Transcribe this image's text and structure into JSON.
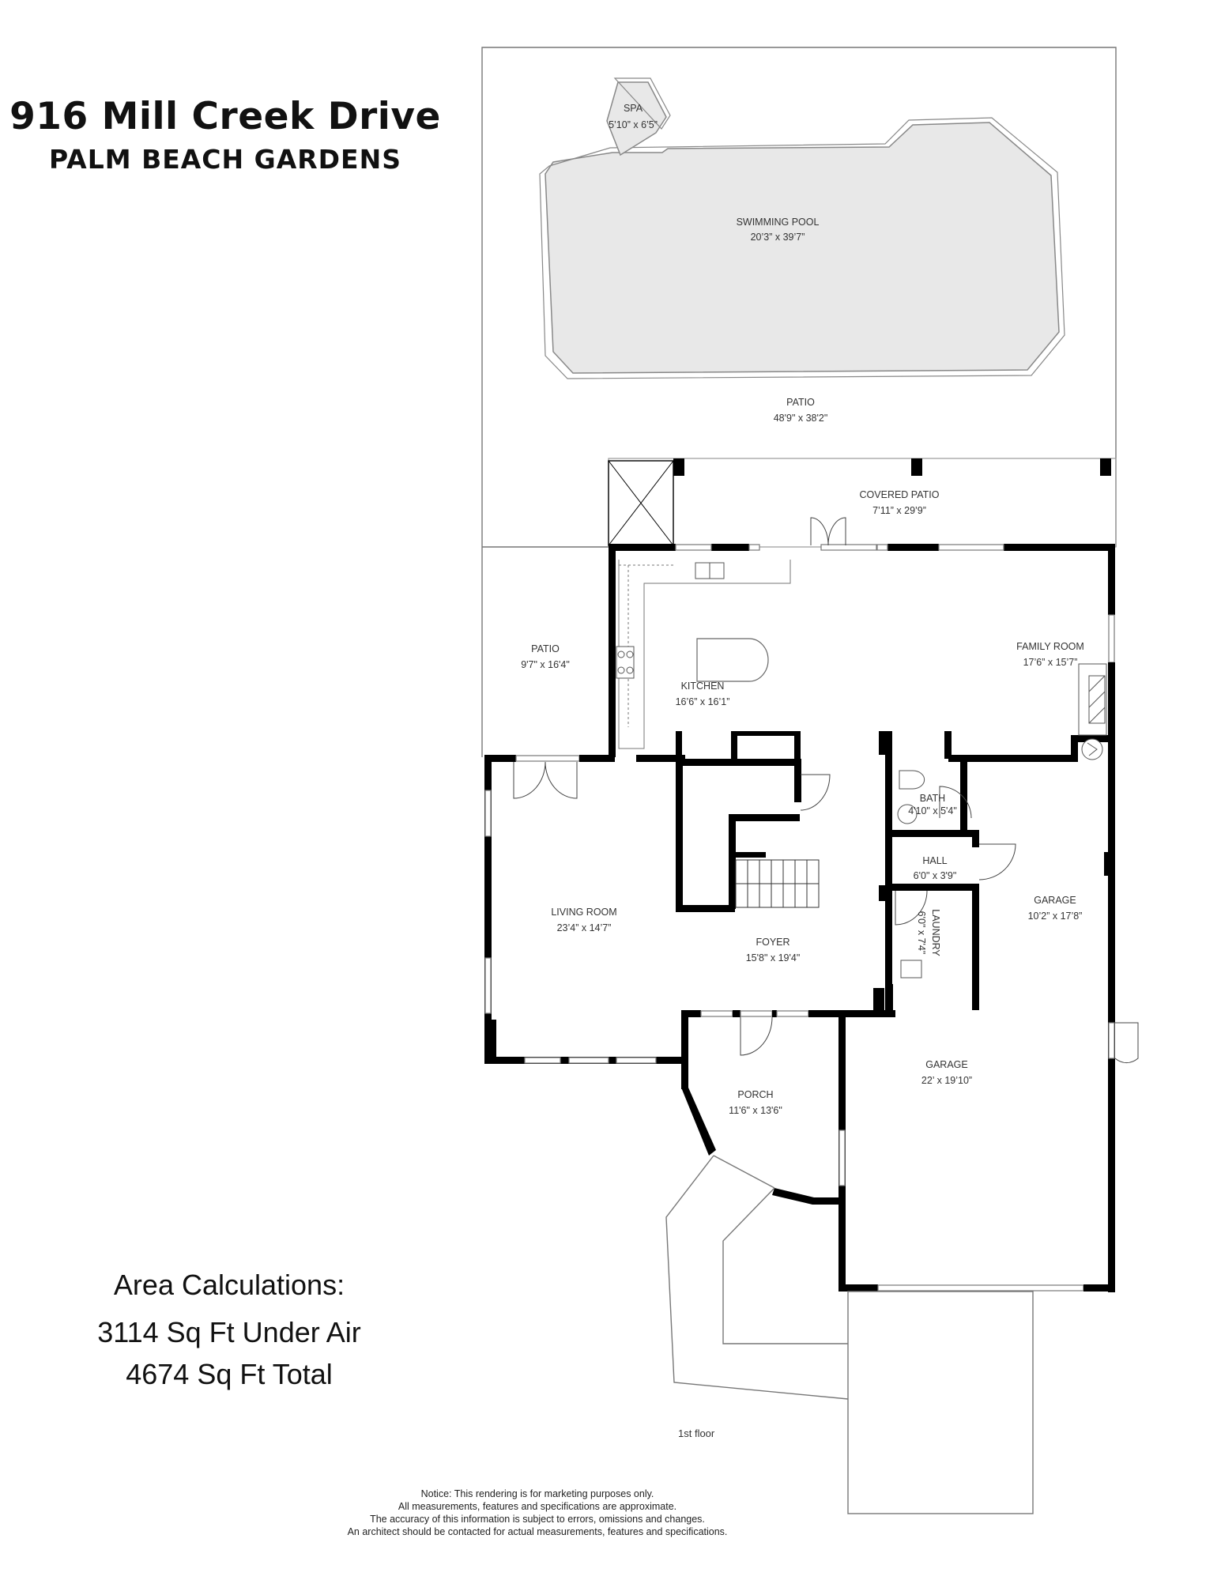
{
  "header": {
    "address": "916 Mill Creek Drive",
    "city": "PALM BEACH GARDENS"
  },
  "area_calculations": {
    "heading": "Area Calculations:",
    "under_air": "3114 Sq Ft Under Air",
    "total": "4674 Sq Ft Total"
  },
  "floor_label": "1st floor",
  "rooms": {
    "spa": {
      "name": "SPA",
      "dims": "5’10” x 6’5”"
    },
    "pool": {
      "name": "SWIMMING POOL",
      "dims": "20’3” x 39’7”"
    },
    "patio_main": {
      "name": "PATIO",
      "dims": "48'9\" x 38'2\""
    },
    "covered_patio": {
      "name": "COVERED PATIO",
      "dims": "7’11” x 29’9”"
    },
    "patio_side": {
      "name": "PATIO",
      "dims": "9'7\" x 16'4\""
    },
    "kitchen": {
      "name": "KITCHEN",
      "dims": "16’6” x 16’1”"
    },
    "family_room": {
      "name": "FAMILY ROOM",
      "dims": "17’6” x 15’7”"
    },
    "bath": {
      "name": "BATH",
      "dims": "4'10\" x 5'4\""
    },
    "hall": {
      "name": "HALL",
      "dims": "6'0\" x 3'9\""
    },
    "laundry": {
      "name": "LAUNDRY",
      "dims": "6'0\" x 7'4\""
    },
    "garage_small": {
      "name": "GARAGE",
      "dims": "10’2” x 17’8”"
    },
    "living_room": {
      "name": "LIVING ROOM",
      "dims": "23’4” x 14’7”"
    },
    "foyer": {
      "name": "FOYER",
      "dims": "15'8\" x 19'4\""
    },
    "porch": {
      "name": "PORCH",
      "dims": "11'6\" x 13'6\""
    },
    "garage_large": {
      "name": "GARAGE",
      "dims": "22’ x 19’10”"
    }
  },
  "notice": [
    "Notice: This rendering is for marketing purposes only.",
    "All measurements, features and specifications are approximate.",
    "The accuracy of this information is subject to errors, omissions and changes.",
    "An architect should be contacted for actual measurements, features and specifications."
  ],
  "colors": {
    "wall": "#000000",
    "pool_fill": "#e8e8e8",
    "outline": "#777777"
  }
}
